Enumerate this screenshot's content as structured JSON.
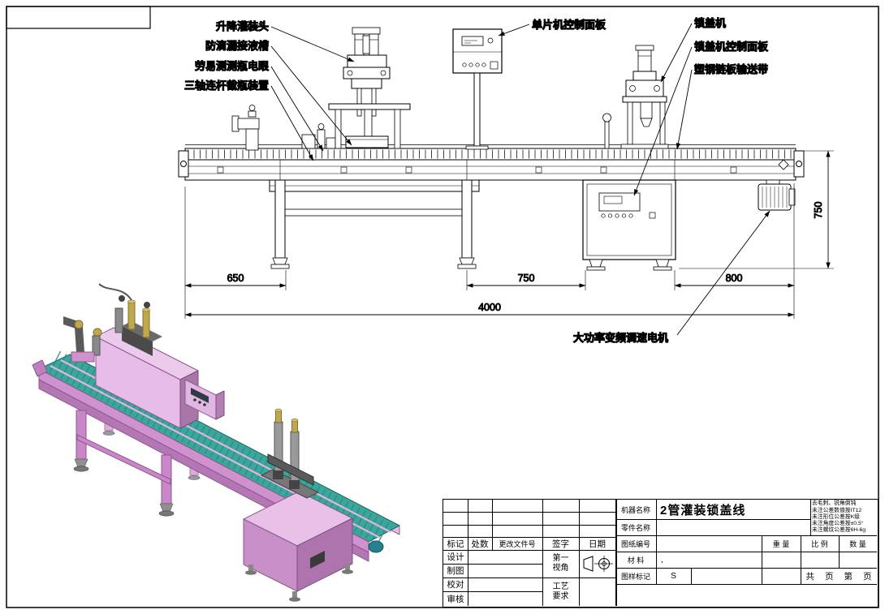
{
  "drawing": {
    "callouts": {
      "filling_head": "升降灌装头",
      "drip_tray": "防滴漏接液槽",
      "bottle_eye": "劳易测测瓶电眼",
      "bottle_stop": "三轴连杆截瓶装置",
      "mcu_panel": "单片机控制面板",
      "capper": "锁盖机",
      "capper_panel": "锁盖机控制面板",
      "conveyor_belt": "塑钢链板输送带",
      "motor": "大功率变频调速电机"
    },
    "dimensions": {
      "left_span": "650",
      "mid_span": "750",
      "right_span": "800",
      "total_span": "4000",
      "height": "750"
    },
    "colors": {
      "machine_pink": "#cf92cf",
      "machine_pink_light": "#e8bce8",
      "machine_pink_dark": "#ad74ad",
      "belt_teal": "#3aa79a"
    }
  },
  "titleblock": {
    "rev_headers": [
      "标记",
      "处数",
      "更改文件号",
      "签字",
      "日期"
    ],
    "roles": [
      "设计",
      "制图",
      "校对",
      "审核"
    ],
    "first_angle": [
      "第一",
      "视角"
    ],
    "process": [
      "工艺",
      "要求"
    ],
    "machine_name_label": "机器名称",
    "machine_name": "2管灌装锁盖线",
    "part_name_label": "零件名称",
    "drawing_no_label": "图纸编号",
    "material_label": "材 料",
    "material_value": ",",
    "mark_label": "图样标记",
    "mark_value": "S",
    "weight_label": "重 量",
    "scale_label": "比 例",
    "qty_label": "数 量",
    "pages": [
      "共",
      "页",
      "第",
      "页"
    ],
    "notes": [
      "去毛刺、锐角倒钝",
      "未注公差数值按IT12",
      "未注形位公差按K级",
      "未注角度公差按±0.5°",
      "未注螺纹公差按6H-6g"
    ]
  }
}
